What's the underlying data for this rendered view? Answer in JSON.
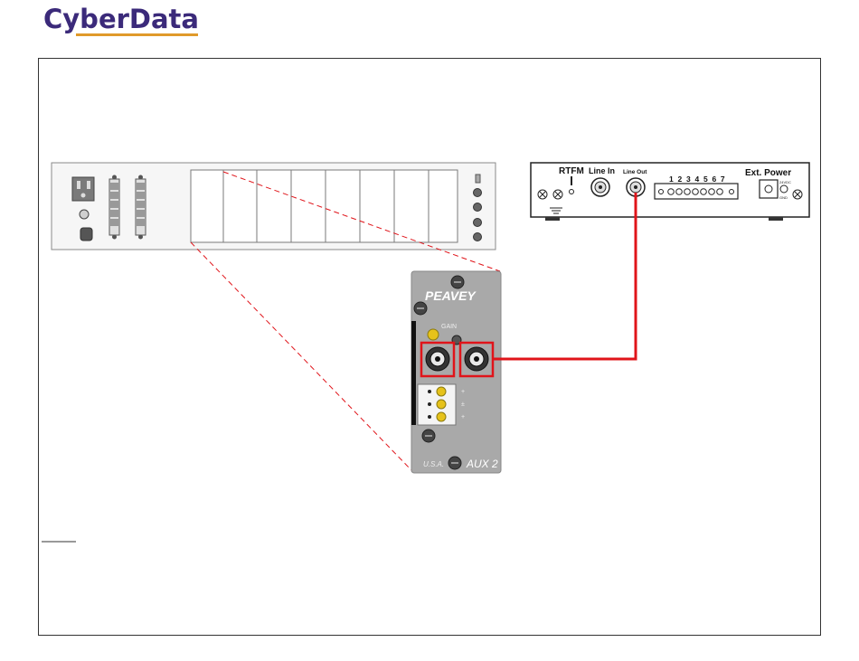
{
  "brand": {
    "name": "CyberData"
  },
  "cyberdata_device": {
    "port_labels": [
      "RTFM",
      "Line In",
      "Line Out",
      "Ext. Power"
    ],
    "terminal_numbers": "1 2 3 4 5 6 7",
    "power_sub_labels": [
      "24VDC",
      "GND"
    ]
  },
  "peavey_module": {
    "brand_label": "PEAVEY",
    "gain_label": "GAIN",
    "origin_label": "U.S.A.",
    "module_label": "AUX 2"
  },
  "colors": {
    "brand_text": "#3b2a7a",
    "brand_underline": "#e09a2a",
    "cable": "#e0141a",
    "dash": "#e0141a",
    "panel": "#f4f4f4",
    "module": "#a9a9a9"
  }
}
